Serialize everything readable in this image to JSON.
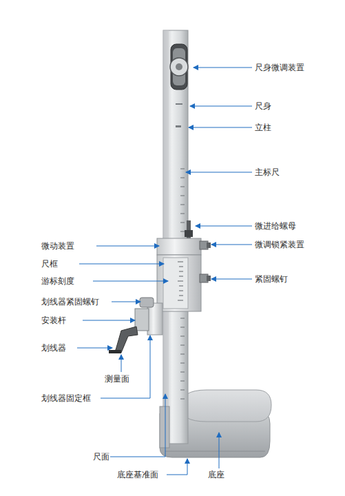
{
  "diagram": {
    "labels": [
      "尺身微调装置",
      "尺身",
      "立柱",
      "主标尺",
      "微进给螺母",
      "微调锁紧装置",
      "紧固螺钉",
      "微动装置",
      "尺框",
      "游标刻度",
      "划线器紧固螺钉",
      "安装杆",
      "划线器",
      "测量面",
      "划线器固定框",
      "尺面",
      "底座基准面",
      "底座"
    ]
  }
}
